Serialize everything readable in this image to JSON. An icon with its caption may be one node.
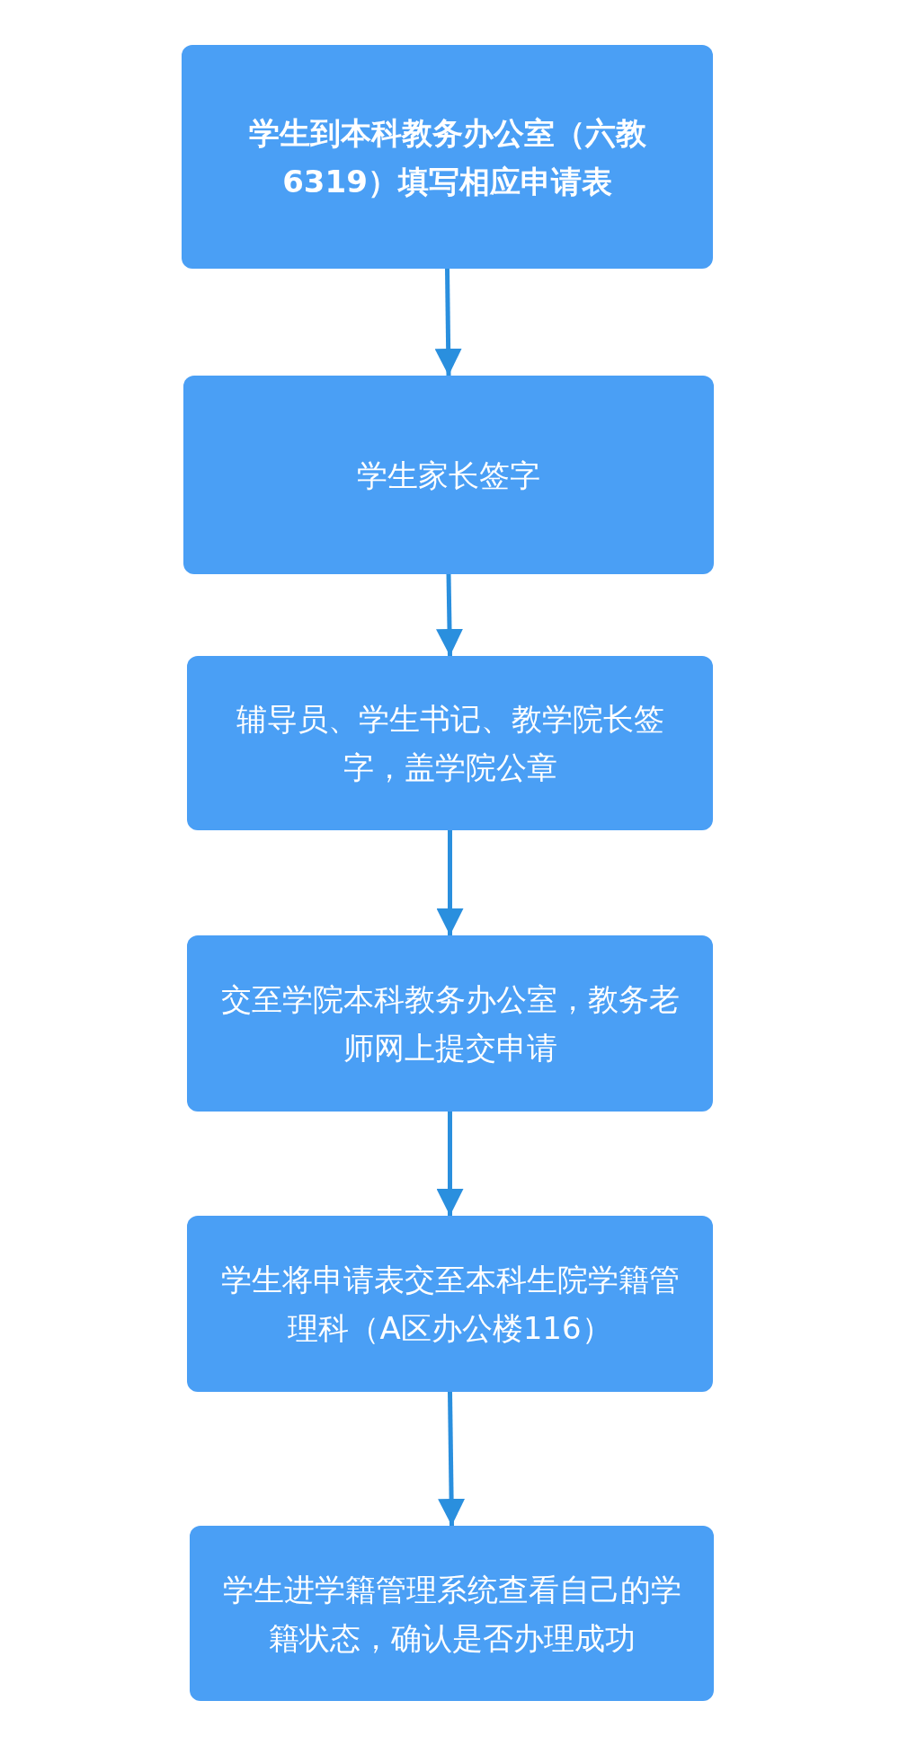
{
  "diagram": {
    "nodes": [
      {
        "text": [
          "学生到本科教务办公室（六教6319）填写相应申请表"
        ]
      },
      {
        "text": [
          "学生家长签字"
        ]
      },
      {
        "text": [
          "辅导员、学生书记、教学院长签字，盖学院公章"
        ]
      },
      {
        "text": [
          "交至学院本科教务办公室，教务老师网上提交申请"
        ]
      },
      {
        "text": [
          "学生将申请表交至本科生院学籍管理科（A区办公楼116）"
        ]
      },
      {
        "text": [
          "学生进学籍管理系统查看自己的学籍状态，确认是否办理成功"
        ]
      }
    ],
    "edges": [
      {
        "from": 0,
        "to": 1,
        "arrow": "to"
      },
      {
        "from": 1,
        "to": 2,
        "arrow": "to"
      },
      {
        "from": 2,
        "to": 3,
        "arrow": "to"
      },
      {
        "from": 3,
        "to": 4,
        "arrow": "to"
      },
      {
        "from": 4,
        "to": 5,
        "arrow": "to"
      }
    ]
  }
}
